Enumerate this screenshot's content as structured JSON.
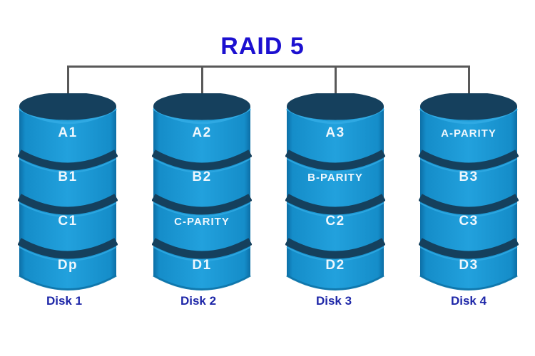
{
  "title": "RAID 5",
  "disks": [
    {
      "label": "Disk 1",
      "blocks": [
        "A1",
        "B1",
        "C1",
        "Dp"
      ]
    },
    {
      "label": "Disk 2",
      "blocks": [
        "A2",
        "B2",
        "C-PARITY",
        "D1"
      ]
    },
    {
      "label": "Disk 3",
      "blocks": [
        "A3",
        "B-PARITY",
        "C2",
        "D2"
      ]
    },
    {
      "label": "Disk 4",
      "blocks": [
        "A-PARITY",
        "B3",
        "C3",
        "D3"
      ]
    }
  ],
  "colors": {
    "title": "#1c10d0",
    "caption": "#1e27a8",
    "cylinder_body": "#1b96d5",
    "cylinder_dark": "#15405d",
    "rim_highlight": "#2fa9e3",
    "block_text": "#eef7fd",
    "connector": "#595959",
    "background": "#ffffff"
  }
}
